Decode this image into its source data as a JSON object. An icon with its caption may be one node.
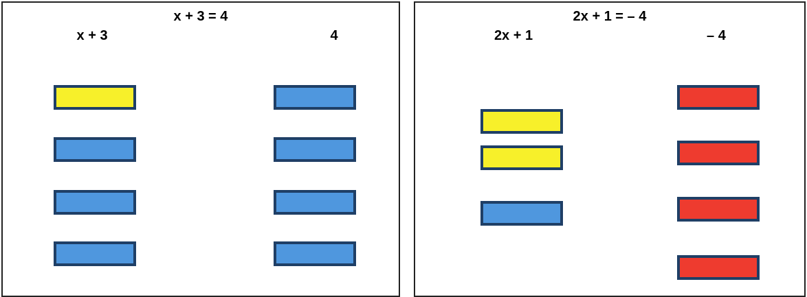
{
  "diagram": {
    "nodes": [
      {
        "text": [
          "x + 3 = 4"
        ]
      },
      {
        "text": [],
        "shape": "bar",
        "in": 0
      },
      {
        "text": [],
        "shape": "bar",
        "in": 0
      },
      {
        "text": [],
        "shape": "bar",
        "in": 0
      },
      {
        "text": [],
        "shape": "bar",
        "in": 0
      },
      {
        "text": [],
        "shape": "bar",
        "in": 0
      },
      {
        "text": [],
        "shape": "bar",
        "in": 0
      },
      {
        "text": [],
        "shape": "bar",
        "in": 0
      },
      {
        "text": [],
        "shape": "bar",
        "in": 0
      },
      {
        "text": [
          "2x + 1 = – 4"
        ]
      },
      {
        "text": [],
        "shape": "bar",
        "in": 9
      },
      {
        "text": [],
        "shape": "bar",
        "in": 9
      },
      {
        "text": [],
        "shape": "bar",
        "in": 9
      },
      {
        "text": [],
        "shape": "bar",
        "in": 9
      },
      {
        "text": [],
        "shape": "bar",
        "in": 9
      },
      {
        "text": [],
        "shape": "bar",
        "in": 9
      },
      {
        "text": [],
        "shape": "bar",
        "in": 9
      }
    ],
    "edges": [],
    "labels": [
      "x + 3",
      "4",
      "2x + 1",
      "– 4"
    ]
  }
}
